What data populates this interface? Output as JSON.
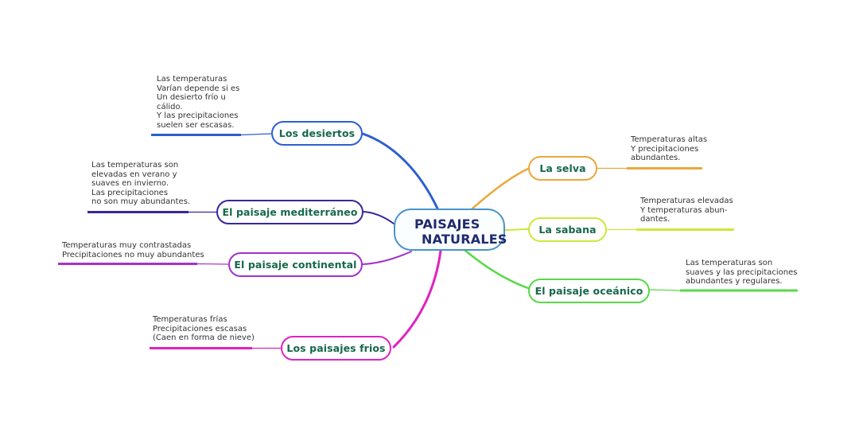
{
  "title": "PAISAJES NATURALES",
  "central": {
    "line1": "PAISAJES",
    "line2": "NATURALES",
    "border_color": "#4894c8",
    "text_color": "#1f2a6e",
    "fill_color": "#fbfeff"
  },
  "theme": {
    "node_text_color": "#16684a",
    "annotation_text_color": "#333333",
    "background_color": "#ffffff"
  },
  "branches": [
    {
      "id": "los-desiertos",
      "label": "Los desiertos",
      "color": "#2d5fd0",
      "note": "Las temperaturas\nVarían depende si es\nUn desierto frío u\ncálido.\nY las precipitaciones\nsuelen ser escasas."
    },
    {
      "id": "el-paisaje-mediterraneo",
      "label": "El paisaje mediterráneo",
      "color": "#37289c",
      "note": "Las temperaturas son\nelevadas en verano y\nsuaves en invierno.\nLas precipitaciones\nno son muy abundantes."
    },
    {
      "id": "el-paisaje-continental",
      "label": "El paisaje continental",
      "color": "#a233cc",
      "note": "Temperaturas muy contrastadas\nPrecipitaciones no muy abundantes"
    },
    {
      "id": "los-paisajes-frios",
      "label": "Los paisajes frios",
      "color": "#e022c0",
      "note": "Temperaturas frías\nPrecipitaciones escasas\n(Caen en forma de nieve)"
    },
    {
      "id": "la-selva",
      "label": "La selva",
      "color": "#e9a83d",
      "note": "Temperaturas altas\nY precipitaciones\nabundantes."
    },
    {
      "id": "la-sabana",
      "label": "La sabana",
      "color": "#cfe73c",
      "note": "Temperaturas elevadas\nY temperaturas abun-\ndantes."
    },
    {
      "id": "el-paisaje-oceanico",
      "label": "El paisaje oceánico",
      "color": "#58d948",
      "note": "Las temperaturas son\nsuaves y las precipitaciones\nabundantes y regulares."
    }
  ]
}
